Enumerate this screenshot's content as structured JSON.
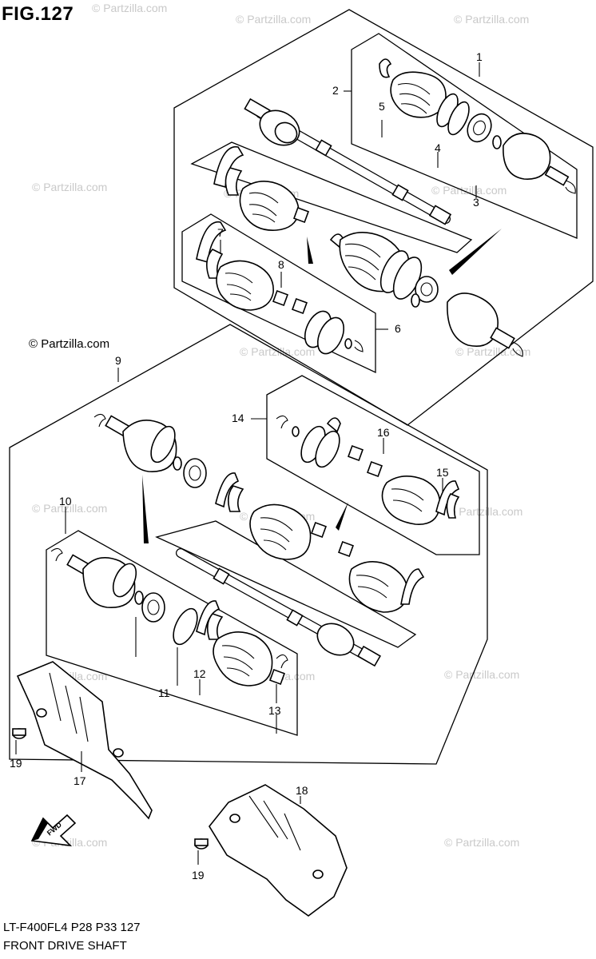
{
  "figure": {
    "title": "FIG.127"
  },
  "footer": {
    "code_line": "LT-F400FL4  P28  P33  127",
    "caption": "FRONT DRIVE SHAFT"
  },
  "watermarks": {
    "text": "© Partzilla.com",
    "prominent": "© Partzilla.com"
  },
  "fwd_arrow": {
    "label": "FWD"
  },
  "callouts": [
    "1",
    "2",
    "3",
    "4",
    "5",
    "6",
    "7",
    "8",
    "9",
    "10",
    "11",
    "12",
    "13",
    "14",
    "15",
    "16",
    "17",
    "18",
    "19",
    "19"
  ]
}
